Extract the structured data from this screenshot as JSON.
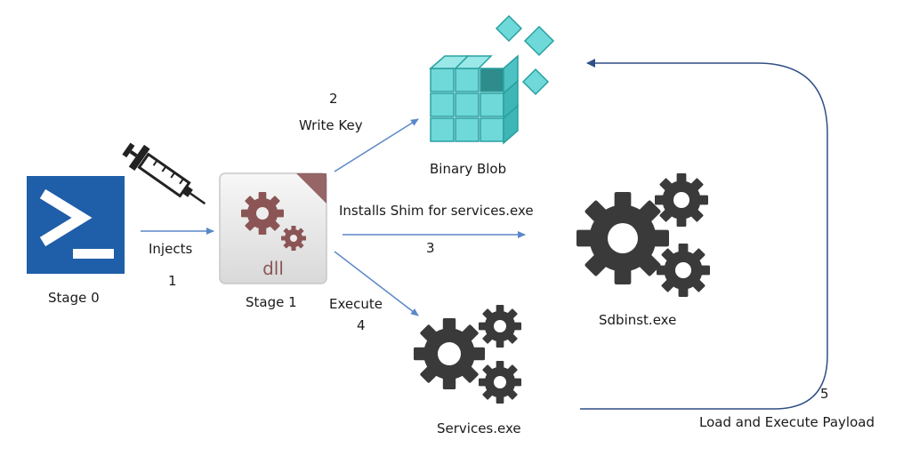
{
  "nodes": {
    "stage0": {
      "label": "Stage 0"
    },
    "stage1": {
      "label": "Stage 1",
      "icon_text": "dll"
    },
    "binary_blob": {
      "label": "Binary Blob"
    },
    "sdbinst": {
      "label": "Sdbinst.exe"
    },
    "services": {
      "label": "Services.exe"
    }
  },
  "edges": {
    "injects": {
      "label": "Injects",
      "step": "1"
    },
    "write_key": {
      "label": "Write Key",
      "step": "2"
    },
    "installs_shim": {
      "label": "Installs Shim for services.exe",
      "step": "3"
    },
    "execute": {
      "label": "Execute",
      "step": "4"
    },
    "load_execute": {
      "label": "Load and Execute Payload",
      "step": "5"
    }
  },
  "colors": {
    "arrow": "#5b87c9",
    "powershell": "#1f5ea8",
    "cube": "#5fcfcf",
    "gear_dark": "#3a3a3a",
    "gear_dll": "#8c5555"
  },
  "icons": {
    "stage0": "powershell-icon",
    "injects": "syringe-icon",
    "stage1": "dll-icon",
    "binary_blob": "registry-cube-icon",
    "sdbinst": "gears-icon",
    "services": "gears-icon"
  }
}
